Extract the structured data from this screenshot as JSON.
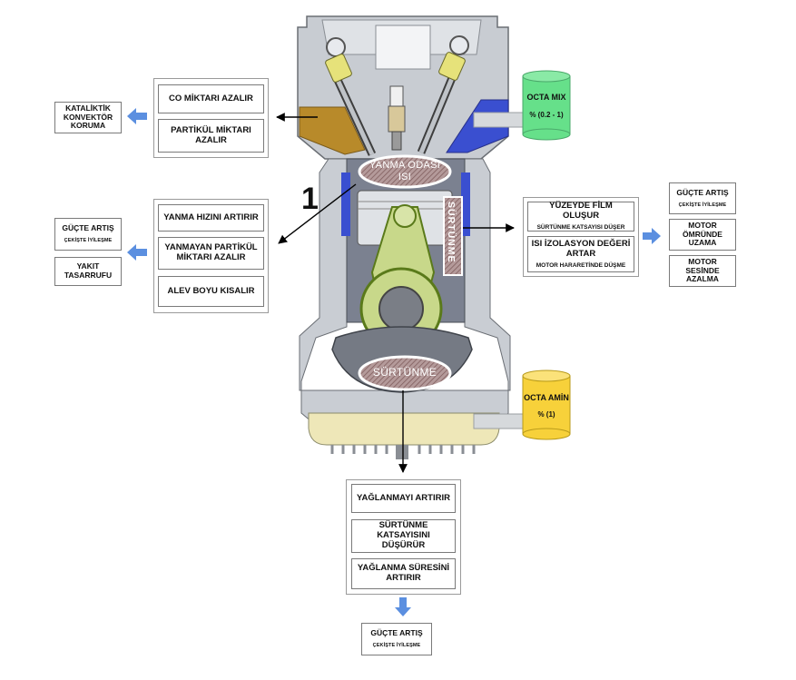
{
  "engine": {
    "combustion_label": "YANMA ODASI ISI",
    "friction_oval_label": "SÜRTÜNME",
    "friction_vertical_label": "SÜRTÜNME",
    "marker_number": "1"
  },
  "cans": {
    "octa_mix": {
      "title": "OCTA MIX",
      "value": "% (0.2 - 1)",
      "color": "#66e08a"
    },
    "octa_amin": {
      "title": "OCTA AMİN",
      "value": "% (1)",
      "color": "#f7d13a"
    }
  },
  "top_group": {
    "items": [
      "CO MİKTARI AZALIR",
      "PARTİKÜL MİKTARI AZALIR"
    ],
    "result": "KATALİKTİK KONVEKTÖR KORUMA"
  },
  "middle_group": {
    "items": [
      "YANMA HIZINI ARTIRIR",
      "YANMAYAN PARTİKÜL MİKTARI AZALIR",
      "ALEV BOYU KISALIR"
    ],
    "results": [
      {
        "title": "GÜÇTE ARTIŞ",
        "sub": "ÇEKİŞTE İYİLEŞME"
      },
      {
        "title": "YAKIT TASARRUFU"
      }
    ]
  },
  "right_group": {
    "items": [
      {
        "title": "YÜZEYDE FİLM OLUŞUR",
        "sub": "SÜRTÜNME KATSAYISI DÜŞER"
      },
      {
        "title": "ISI İZOLASYON DEĞERİ ARTAR",
        "sub": "MOTOR HARARETİNDE DÜŞME"
      }
    ],
    "results": [
      {
        "title": "GÜÇTE ARTIŞ",
        "sub": "ÇEKİŞTE İYİLEŞME"
      },
      {
        "title": "MOTOR ÖMRÜNDE UZAMA"
      },
      {
        "title": "MOTOR SESİNDE AZALMA"
      }
    ]
  },
  "bottom_group": {
    "items": [
      "YAĞLANMAYI ARTIRIR",
      "SÜRTÜNME KATSAYISINI DÜŞÜRÜR",
      "YAĞLANMA SÜRESİNİ ARTIRIR"
    ],
    "result": {
      "title": "GÜÇTE ARTIŞ",
      "sub": "ÇEKİŞTE İYİLEŞME"
    }
  },
  "colors": {
    "arrow_blue": "#5b8fe0",
    "outline": "#7a7a7a"
  }
}
